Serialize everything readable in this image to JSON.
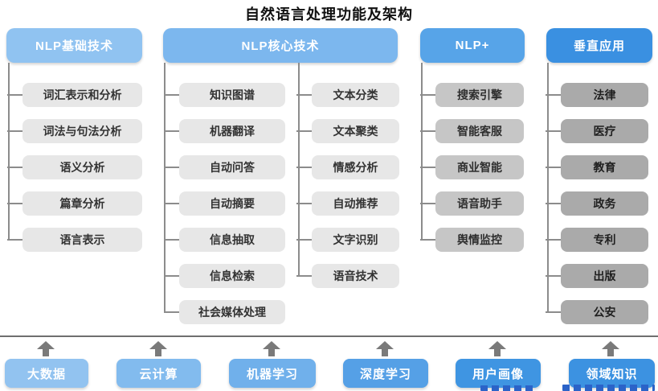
{
  "title": "自然语言处理功能及架构",
  "sections": {
    "basic": {
      "header": "NLP基础技术",
      "items": [
        "词汇表示和分析",
        "词法与句法分析",
        "语义分析",
        "篇章分析",
        "语言表示"
      ]
    },
    "core": {
      "header": "NLP核心技术",
      "left_items": [
        "知识图谱",
        "机器翻译",
        "自动问答",
        "自动摘要",
        "信息抽取",
        "信息检索",
        "社会媒体处理"
      ],
      "right_items": [
        "文本分类",
        "文本聚类",
        "情感分析",
        "自动推荐",
        "文字识别",
        "语音技术"
      ]
    },
    "nlp_plus": {
      "header": "NLP+",
      "items": [
        "搜索引擎",
        "智能客服",
        "商业智能",
        "语音助手",
        "舆情监控"
      ]
    },
    "vertical": {
      "header": "垂直应用",
      "items": [
        "法律",
        "医疗",
        "教育",
        "政务",
        "专利",
        "出版",
        "公安"
      ]
    }
  },
  "foundation": {
    "items": [
      "大数据",
      "云计算",
      "机器学习",
      "深度学习",
      "用户画像",
      "领域知识"
    ]
  },
  "colors": {
    "header_blues": [
      "#90C3F1",
      "#7CB7EE",
      "#57A4E8",
      "#3A90E1"
    ],
    "foundation_blues": [
      "#92C3F0",
      "#82BBEE",
      "#70B0EB",
      "#55A0E6",
      "#3F95E2",
      "#3C92E1"
    ],
    "node_light_gray": "#E7E7E7",
    "node_medium_gray": "#C6C6C6",
    "node_dark_gray": "#AAAAAA",
    "connector_gray": "#8C8C8C",
    "divider_gray": "#6F6F6F",
    "arrow_gray": "#7A7A7A",
    "node_text": "#333333",
    "header_text": "#FFFFFF"
  }
}
